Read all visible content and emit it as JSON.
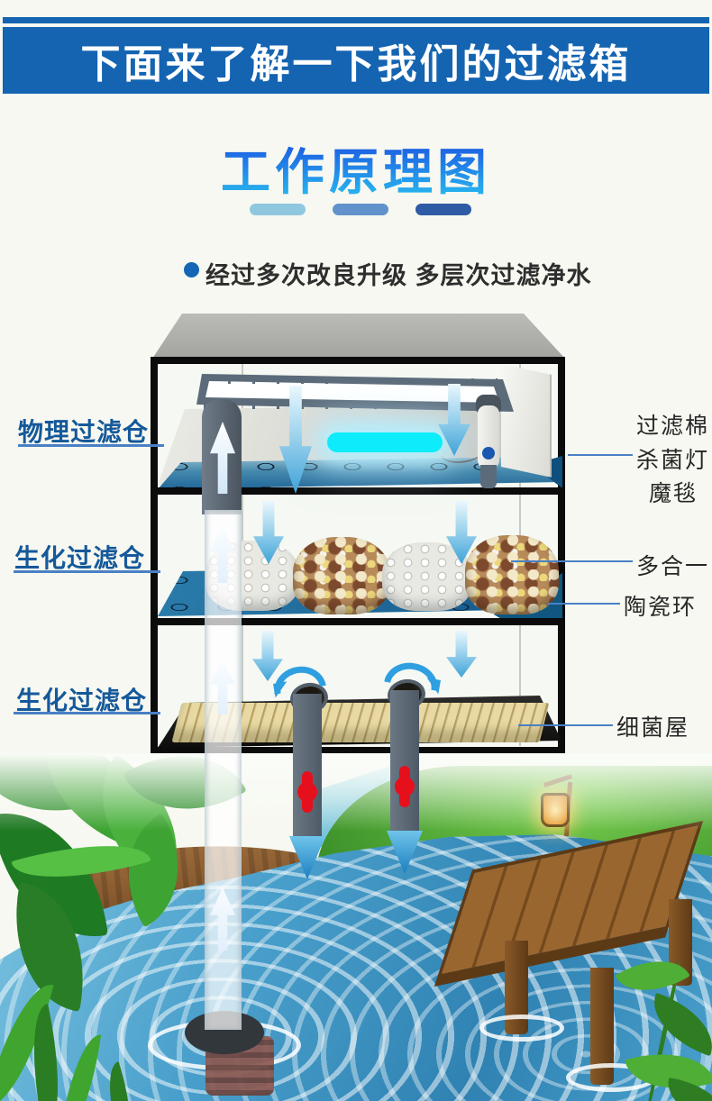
{
  "banner": {
    "title": "下面来了解一下我们的过滤箱"
  },
  "section": {
    "title": "工作原理图",
    "bullet_text": "经过多次改良升级 多层次过滤净水"
  },
  "diagram": {
    "chamber_labels": [
      {
        "label": "物理过滤仓"
      },
      {
        "label": "生化过滤仓"
      },
      {
        "label": "生化过滤仓"
      }
    ],
    "part_labels": [
      {
        "label": "过滤棉"
      },
      {
        "label": "杀菌灯"
      },
      {
        "label": "魔毯"
      },
      {
        "label": "多合一"
      },
      {
        "label": "陶瓷环"
      },
      {
        "label": "细菌屋"
      }
    ]
  },
  "colors": {
    "banner_blue": "#1464b2",
    "title_gradient_top": "#1b50e0",
    "title_gradient_bottom": "#28b9ef",
    "pill_light": "#8fc7de",
    "pill_medium": "#6292cb",
    "pill_dark": "#2f5ba5",
    "chamber_label_blue": "#15599a",
    "part_label_black": "#262626",
    "leader_line_blue": "#4a80c5",
    "tray_blue": "#1d6397",
    "uv_lamp_cyan": "#0cecfa",
    "flow_arrow_blue": "#3fa3d8",
    "valve_red": "#e6101c",
    "water_blue": "#4aa0cc"
  }
}
